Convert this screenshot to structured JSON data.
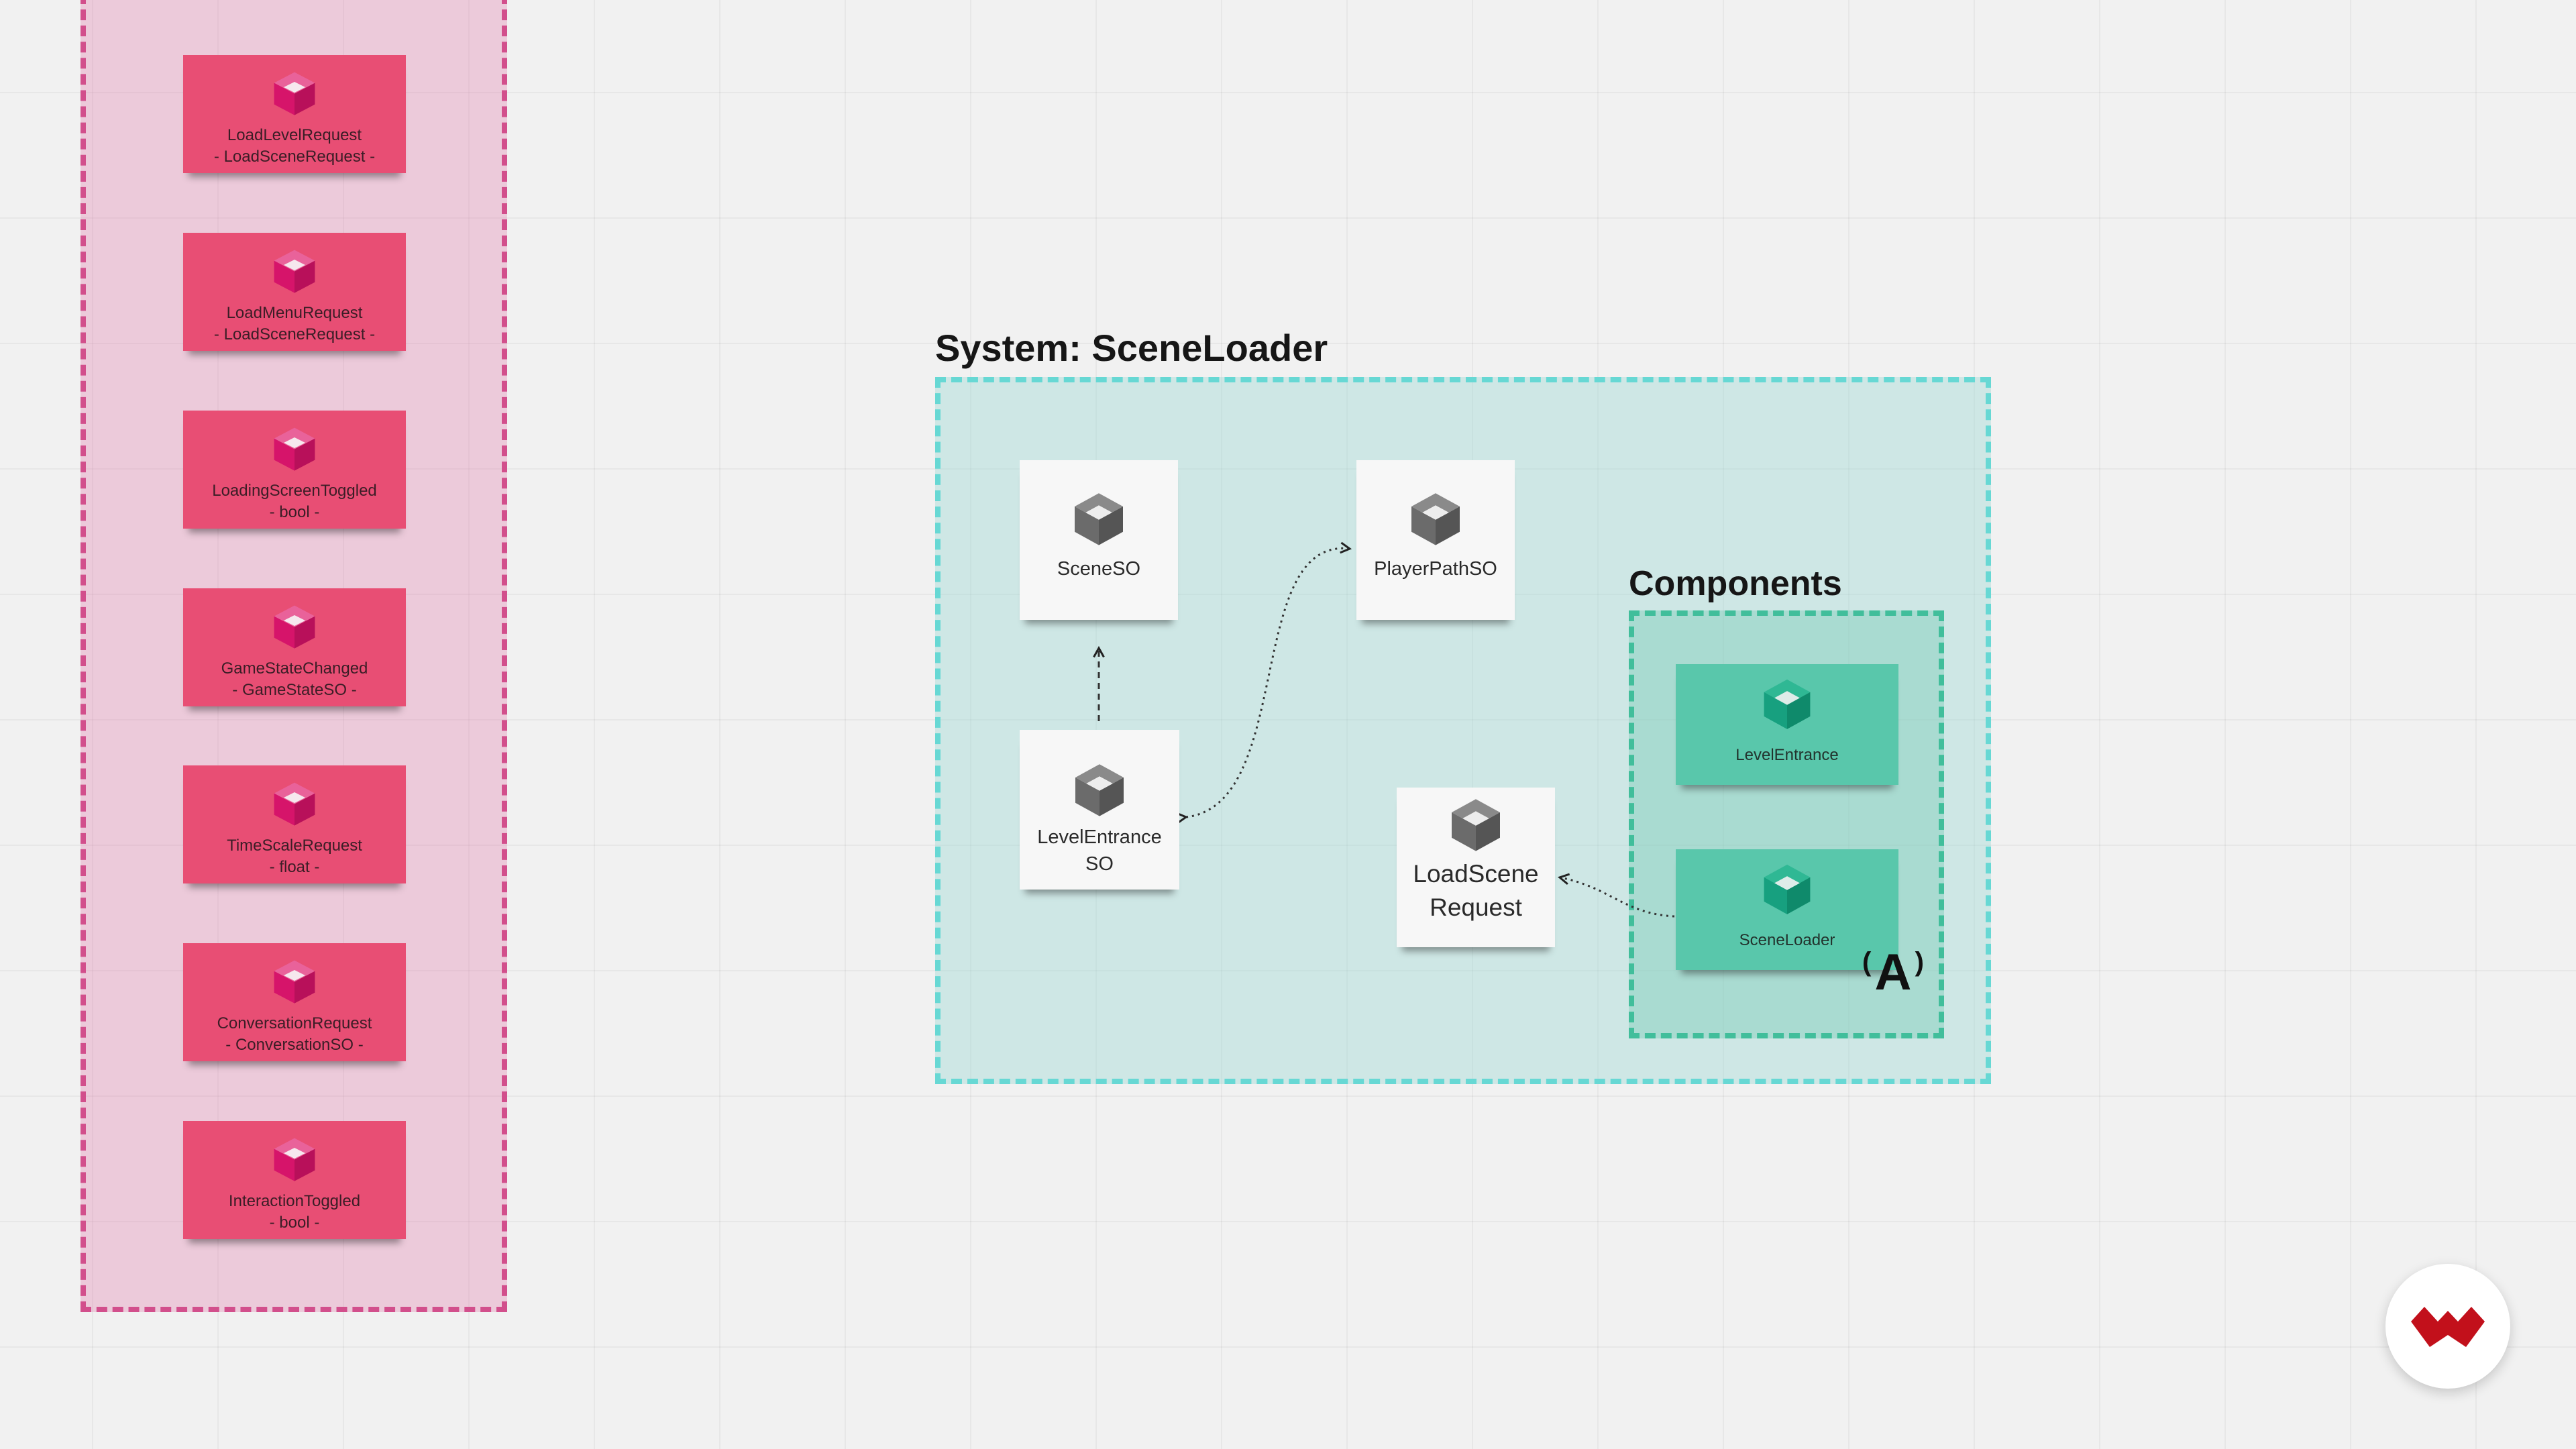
{
  "event_channels": [
    {
      "name": "LoadLevelRequest",
      "type": "- LoadSceneRequest -"
    },
    {
      "name": "LoadMenuRequest",
      "type": "- LoadSceneRequest -"
    },
    {
      "name": "LoadingScreenToggled",
      "type": "- bool -"
    },
    {
      "name": "GameStateChanged",
      "type": "- GameStateSO -"
    },
    {
      "name": "TimeScaleRequest",
      "type": "- float -"
    },
    {
      "name": "ConversationRequest",
      "type": "- ConversationSO -"
    },
    {
      "name": "InteractionToggled",
      "type": "- bool -"
    }
  ],
  "system": {
    "title": "System: SceneLoader",
    "nodes": {
      "scene_so": "SceneSO",
      "player_path_so": "PlayerPathSO",
      "level_entrance_so_line1": "LevelEntrance",
      "level_entrance_so_line2": "SO",
      "load_scene_request_line1": "LoadScene",
      "load_scene_request_line2": "Request"
    },
    "components": {
      "title": "Components",
      "items": [
        "LevelEntrance",
        "SceneLoader"
      ]
    },
    "broadcast_glyph": "A"
  },
  "colors": {
    "pink_note": "#e84e74",
    "pink_icon": "#d6146a",
    "pink_frame": "#d24f8c",
    "teal_frame": "#67d8d4",
    "green_note": "#59c7ab",
    "green_icon": "#17a07f",
    "gray_icon": "#6b6b6b",
    "logo_red": "#c2101b"
  },
  "icons": [
    "cube-icon",
    "broadcast-icon",
    "app-logo"
  ]
}
